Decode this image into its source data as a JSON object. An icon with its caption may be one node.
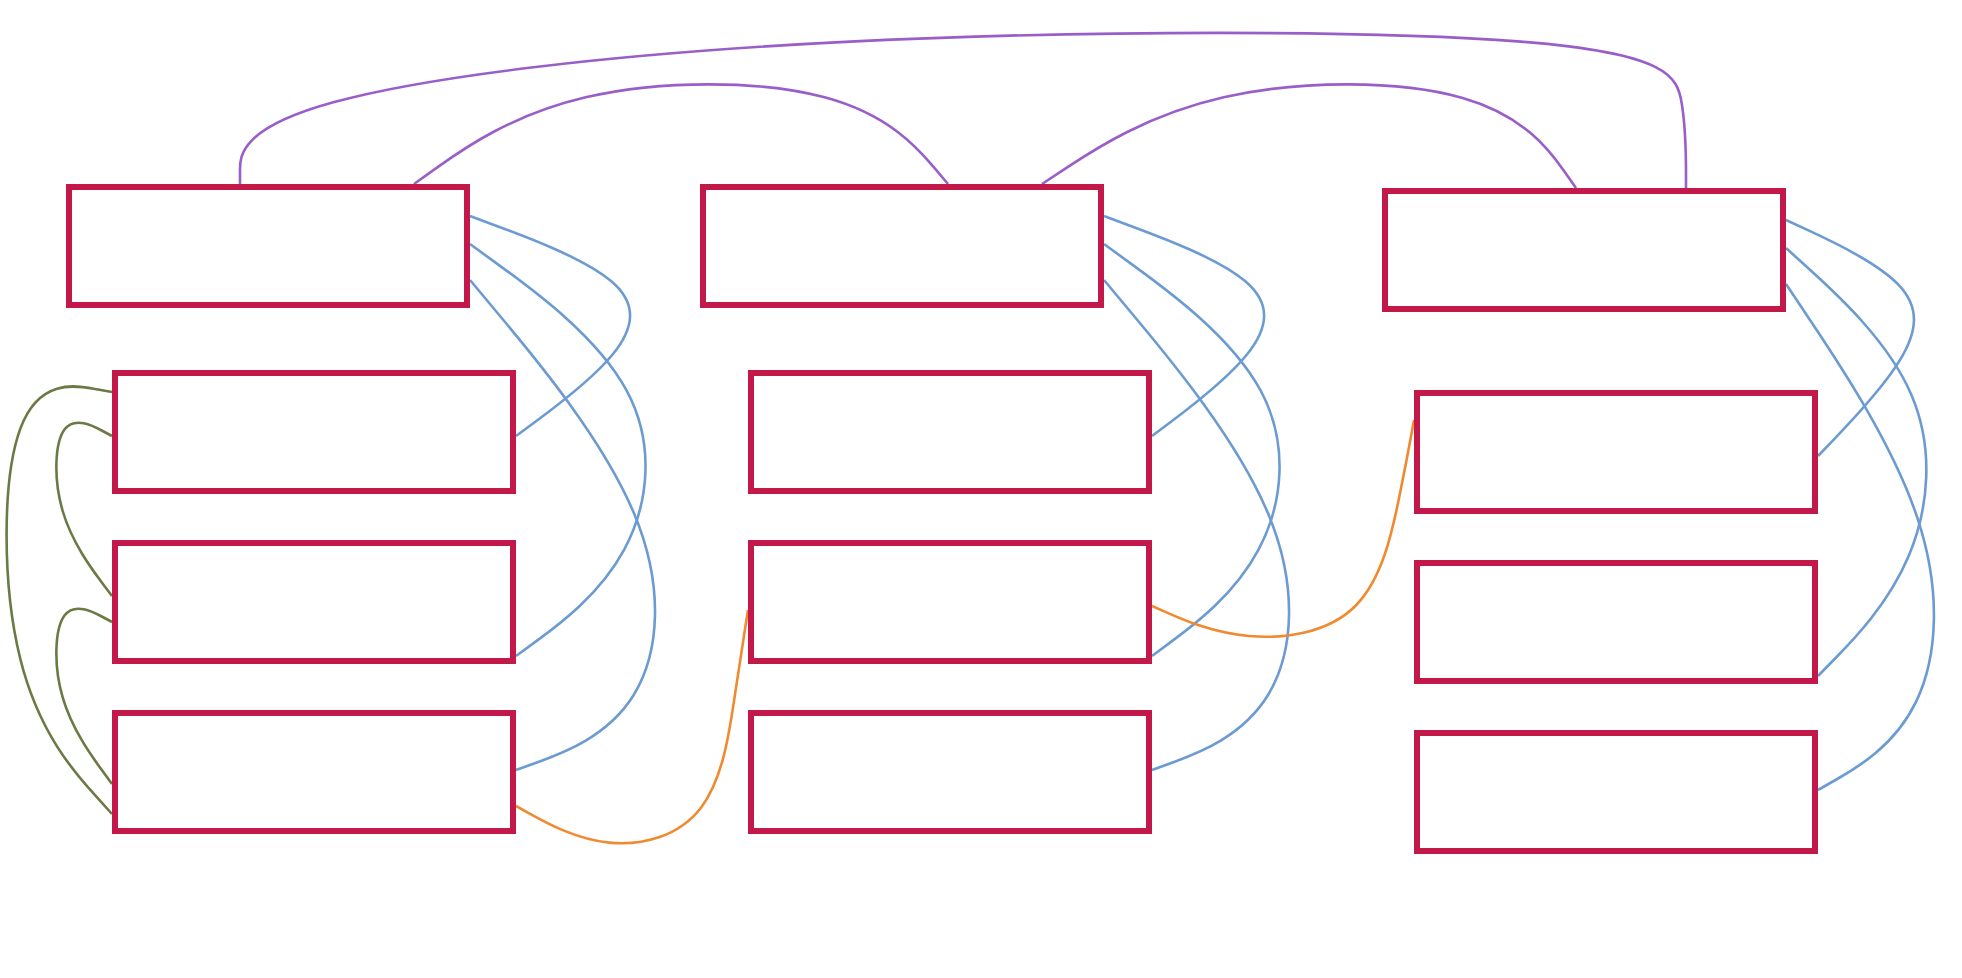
{
  "diagram": {
    "nodes": [
      {
        "text": [],
        "shape": "box"
      },
      {
        "text": [],
        "shape": "box"
      },
      {
        "text": [],
        "shape": "box"
      },
      {
        "text": [],
        "shape": "box"
      },
      {
        "text": [],
        "shape": "box"
      },
      {
        "text": [],
        "shape": "box"
      },
      {
        "text": [],
        "shape": "box"
      },
      {
        "text": [],
        "shape": "box"
      },
      {
        "text": [],
        "shape": "box"
      },
      {
        "text": [],
        "shape": "box"
      },
      {
        "text": [],
        "shape": "box"
      },
      {
        "text": [],
        "shape": "box"
      }
    ],
    "edges": [
      {
        "from": 0,
        "to": 1,
        "arrow": "none"
      },
      {
        "from": 0,
        "to": 2,
        "arrow": "none"
      },
      {
        "from": 0,
        "to": 3,
        "arrow": "none"
      },
      {
        "from": 4,
        "to": 5,
        "arrow": "none"
      },
      {
        "from": 4,
        "to": 6,
        "arrow": "none"
      },
      {
        "from": 4,
        "to": 7,
        "arrow": "none"
      },
      {
        "from": 8,
        "to": 9,
        "arrow": "none"
      },
      {
        "from": 8,
        "to": 10,
        "arrow": "none"
      },
      {
        "from": 8,
        "to": 11,
        "arrow": "none"
      },
      {
        "from": 1,
        "to": 2,
        "arrow": "none",
        "color": "#6b7a45"
      },
      {
        "from": 1,
        "to": 3,
        "arrow": "none",
        "color": "#6b7a45"
      },
      {
        "from": 2,
        "to": 3,
        "arrow": "none",
        "color": "#6b7a45"
      },
      {
        "from": 3,
        "to": 6,
        "arrow": "none",
        "color": "#f08a30"
      },
      {
        "from": 6,
        "to": 9,
        "arrow": "none",
        "color": "#f08a30"
      },
      {
        "from": 0,
        "to": 8,
        "arrow": "none",
        "color": "#9a5ec8"
      },
      {
        "from": 0,
        "to": 4,
        "arrow": "none",
        "color": "#9a5ec8"
      },
      {
        "from": 4,
        "to": 8,
        "arrow": "none",
        "color": "#9a5ec8"
      }
    ]
  }
}
